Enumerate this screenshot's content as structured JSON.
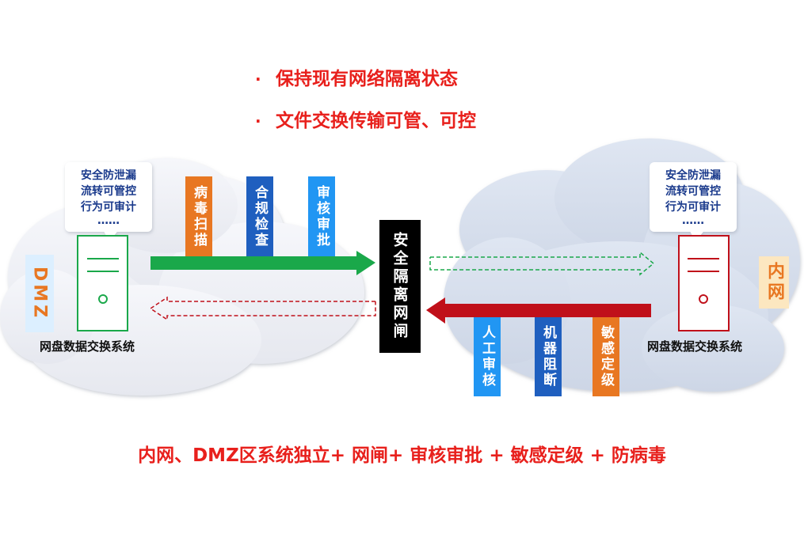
{
  "bullets": [
    "保持现有网络隔离状态",
    "文件交换传输可管、可控"
  ],
  "bullet_marker": "·",
  "left": {
    "note_lines": [
      "安全防泄漏",
      "流转可管控",
      "行为可审计",
      "……"
    ],
    "zone_label": "DMZ",
    "server_label": "网盘数据交换系统",
    "boxes": [
      "病毒扫描",
      "合规检查",
      "审核审批"
    ]
  },
  "right": {
    "note_lines": [
      "安全防泄漏",
      "流转可管控",
      "行为可审计",
      "……"
    ],
    "zone_label": "内网",
    "server_label": "网盘数据交换系统",
    "boxes": [
      "人工审核",
      "机器阻断",
      "敏感定级"
    ]
  },
  "gate_label": "安全隔离网闸",
  "footer": "内网、DMZ区系统独立+ 网闸+ 审核审批 + 敏感定级 + 防病毒",
  "colors": {
    "title_red": "#e8201c",
    "green_arrow": "#1aa84a",
    "red_arrow": "#c0101a",
    "box_orange": "#e87722",
    "box_blue": "#1f5fbf",
    "box_sky": "#2196f3",
    "server_green": "#1aa84a",
    "server_red": "#c0101a",
    "note_text": "#1a3a8c",
    "cloud": "#dde3ef"
  }
}
